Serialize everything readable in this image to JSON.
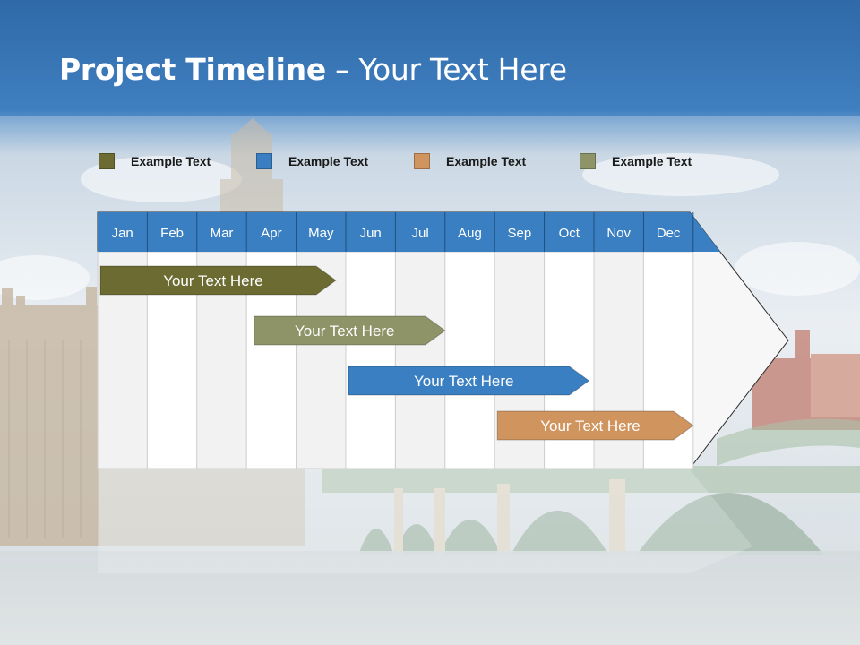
{
  "title": {
    "bold": "Project Timeline",
    "rest": " – Your Text Here"
  },
  "legend": [
    {
      "label": "Example Text",
      "color": "#6b6b32"
    },
    {
      "label": "Example Text",
      "color": "#3a7fc1"
    },
    {
      "label": "Example Text",
      "color": "#d0945e"
    },
    {
      "label": "Example Text",
      "color": "#8e9468"
    }
  ],
  "months": [
    "Jan",
    "Feb",
    "Mar",
    "Apr",
    "May",
    "Jun",
    "Jul",
    "Aug",
    "Sep",
    "Oct",
    "Nov",
    "Dec"
  ],
  "tasks": [
    {
      "label": "Your  Text Here",
      "start_month": 1.0,
      "end_month": 4.8,
      "color": "#6b6b32"
    },
    {
      "label": "Your  Text Here",
      "start_month": 4.1,
      "end_month": 7.0,
      "color": "#8e9468"
    },
    {
      "label": "Your  Text Here",
      "start_month": 6.0,
      "end_month": 9.9,
      "color": "#3a7fc1"
    },
    {
      "label": "Your  Text Here",
      "start_month": 9.0,
      "end_month": 12.0,
      "color": "#d0945e"
    }
  ],
  "colors": {
    "header": "#3a7fc1",
    "accent_blue": "#3f7fc1"
  }
}
